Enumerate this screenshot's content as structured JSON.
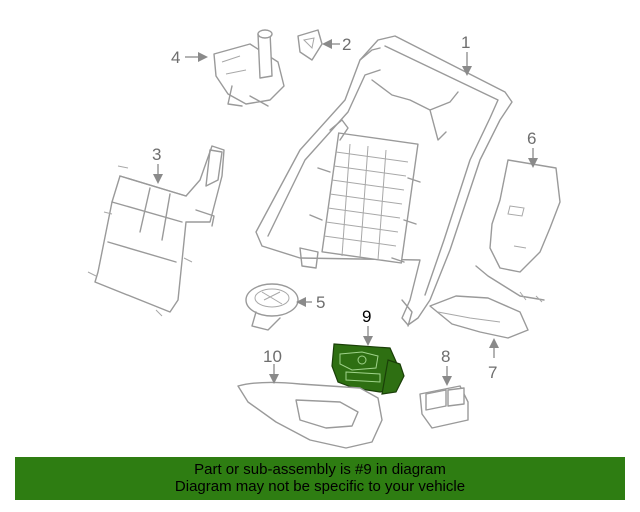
{
  "callouts": {
    "c1": "1",
    "c2": "2",
    "c3": "3",
    "c4": "4",
    "c5": "5",
    "c6": "6",
    "c7": "7",
    "c8": "8",
    "c9": "9",
    "c10": "10"
  },
  "highlight": {
    "part_number": "9",
    "color": "#2e6f12"
  },
  "banner": {
    "line1": "Part or sub-assembly is #9 in diagram",
    "line2": "Diagram may not be specific to your vehicle",
    "background": "#2e7d12"
  }
}
